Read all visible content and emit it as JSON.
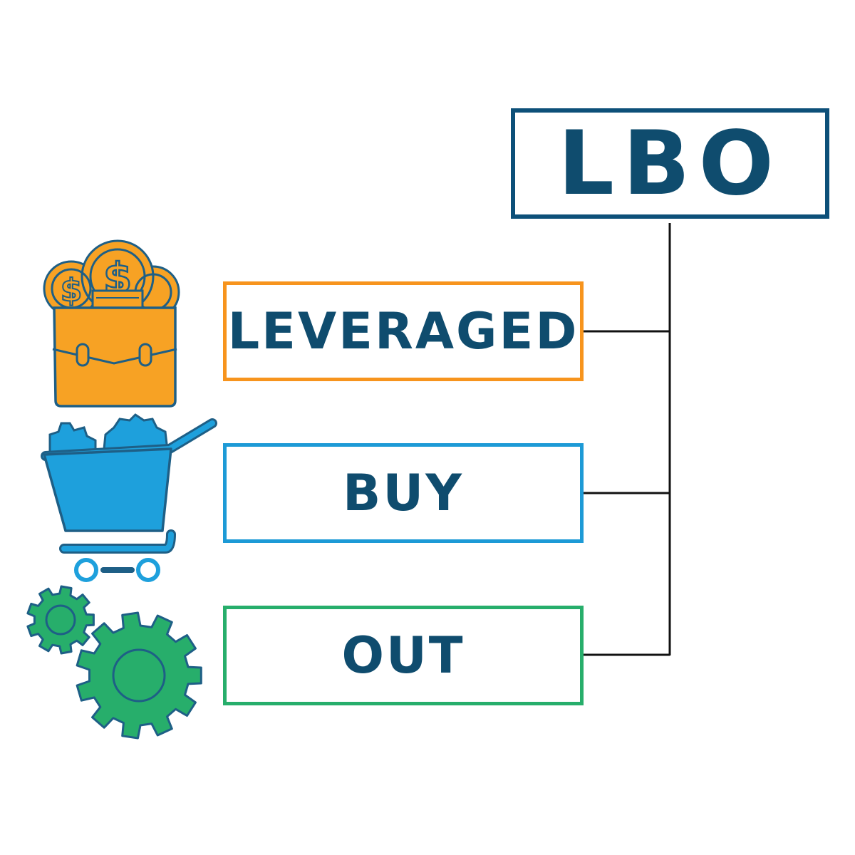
{
  "title": "LBO",
  "items": [
    {
      "label": "LEVERAGED",
      "color": "#f7941d",
      "icon": "briefcase-with-coins-icon"
    },
    {
      "label": "BUY",
      "color": "#1d9ad6",
      "icon": "shopping-cart-with-gears-icon"
    },
    {
      "label": "OUT",
      "color": "#27ae6b",
      "icon": "gears-icon"
    }
  ],
  "colors": {
    "title_border": "#0d5079",
    "text": "#0f4c6e",
    "connector": "#111111",
    "icon_outline": "#1e5f86"
  }
}
